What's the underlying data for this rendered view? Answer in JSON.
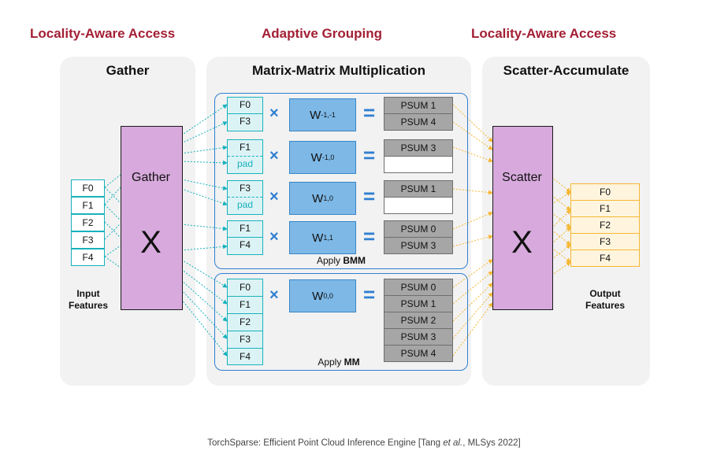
{
  "headings": {
    "left": "Locality-Aware Access",
    "middle": "Adaptive Grouping",
    "right": "Locality-Aware Access"
  },
  "panels": {
    "gather_title": "Gather",
    "mm_title": "Matrix-Matrix Multiplication",
    "scatter_title": "Scatter-Accumulate"
  },
  "gather_block": {
    "label": "Gather",
    "symbol": "X"
  },
  "scatter_block": {
    "label": "Scatter",
    "symbol": "X"
  },
  "input_features": {
    "cells": [
      "F0",
      "F1",
      "F2",
      "F3",
      "F4"
    ],
    "label_line1": "Input",
    "label_line2": "Features"
  },
  "output_features": {
    "cells": [
      "F0",
      "F1",
      "F2",
      "F3",
      "F4"
    ],
    "label_line1": "Output",
    "label_line2": "Features"
  },
  "operators": {
    "times": "×",
    "equals": "="
  },
  "bmm_rows": [
    {
      "features": [
        "F0",
        "F3"
      ],
      "weight_main": "W",
      "weight_sub": "-1,-1",
      "psums": [
        "PSUM 1",
        "PSUM 4"
      ]
    },
    {
      "features": [
        "F1",
        "pad"
      ],
      "weight_main": "W",
      "weight_sub": "-1,0",
      "psums": [
        "PSUM 3",
        ""
      ]
    },
    {
      "features": [
        "F3",
        "pad"
      ],
      "weight_main": "W",
      "weight_sub": "1,0",
      "psums": [
        "PSUM 1",
        ""
      ]
    },
    {
      "features": [
        "F1",
        "F4"
      ],
      "weight_main": "W",
      "weight_sub": "1,1",
      "psums": [
        "PSUM 0",
        "PSUM 3"
      ]
    }
  ],
  "bmm_label": {
    "prefix": "Apply ",
    "bold": "BMM"
  },
  "mm_row": {
    "features": [
      "F0",
      "F1",
      "F2",
      "F3",
      "F4"
    ],
    "weight_main": "W",
    "weight_sub": "0,0",
    "psums": [
      "PSUM 0",
      "PSUM 1",
      "PSUM 2",
      "PSUM 3",
      "PSUM 4"
    ]
  },
  "mm_label": {
    "prefix": "Apply ",
    "bold": "MM"
  },
  "caption": {
    "prefix": "TorchSparse: Efficient Point Cloud Inference Engine [Tang ",
    "italic": "et al.",
    "suffix": ", MLSys 2022]"
  },
  "colors": {
    "heading": "#a31f34",
    "teal": "#17b2bc",
    "blue": "#2f7fd1",
    "purple": "#d7a9dc",
    "orange": "#f5b732",
    "psum_gray": "#a6a6a6"
  }
}
